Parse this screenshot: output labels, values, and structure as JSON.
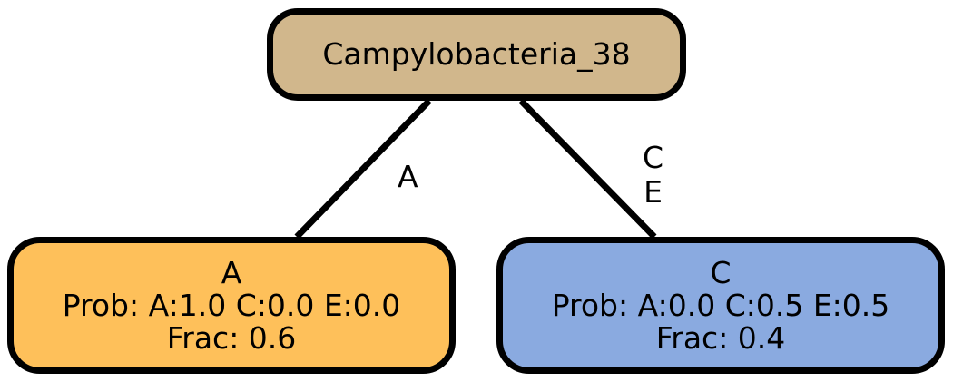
{
  "colors": {
    "root_fill": "#d1b78c",
    "leaf_a_fill": "#fec05a",
    "leaf_c_fill": "#8aaae0",
    "outline": "#000000"
  },
  "root": {
    "label": "Campylobacteria_38"
  },
  "edges": {
    "left": {
      "labels": [
        "A"
      ]
    },
    "right": {
      "labels": [
        "C",
        "E"
      ]
    }
  },
  "leaves": {
    "a": {
      "name": "A",
      "prob": "Prob: A:1.0 C:0.0 E:0.0",
      "frac": "Frac: 0.6"
    },
    "c": {
      "name": "C",
      "prob": "Prob: A:0.0 C:0.5 E:0.5",
      "frac": "Frac: 0.4"
    }
  }
}
